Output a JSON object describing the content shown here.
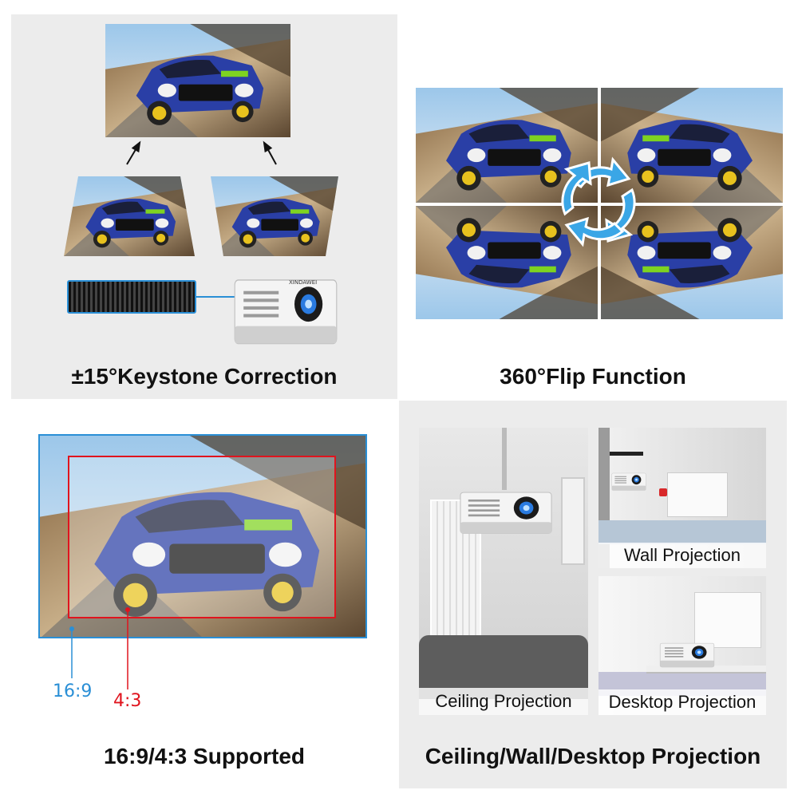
{
  "panels": {
    "keystone": {
      "title": "±15°Keystone Correction",
      "projector_brand": "XINDAWEI"
    },
    "flip": {
      "title": "360°Flip Function"
    },
    "ratio": {
      "title": "16:9/4:3 Supported",
      "label_169": "16:9",
      "label_43": "4:3"
    },
    "projection": {
      "title": "Ceiling/Wall/Desktop Projection",
      "ceiling_caption": "Ceiling Projection",
      "wall_caption": "Wall Projection",
      "desktop_caption": "Desktop Projection"
    }
  },
  "colors": {
    "panel_bg": "#ececec",
    "ratio_blue": "#2a8fd6",
    "ratio_red": "#e0141e",
    "rotate_arrow": "#3aa6e6",
    "car_blue": "#2a3fa6",
    "car_yellow": "#e8c21e"
  }
}
